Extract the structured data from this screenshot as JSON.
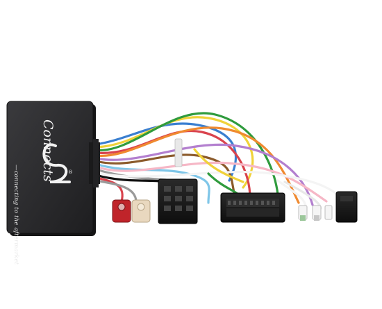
{
  "product": {
    "brand_name": "Connects",
    "brand_numeral": "2",
    "registered_mark": "®",
    "tagline": "—connecting to the aftermarket"
  },
  "colors": {
    "background": "#ffffff",
    "module_body": "#2b2b2d",
    "module_shadow": "#1a1a1b",
    "connector_black": "#1c1c1c",
    "rca_red": "#c0242a",
    "rca_cream": "#e9d8bf"
  },
  "wires": [
    {
      "color": "#3a7fd0"
    },
    {
      "color": "#f0d23a"
    },
    {
      "color": "#2f9b3d"
    },
    {
      "color": "#d9434d"
    },
    {
      "color": "#f08a30"
    },
    {
      "color": "#b37fcf"
    },
    {
      "color": "#8b5a2b"
    },
    {
      "color": "#7fc6e8"
    },
    {
      "color": "#f6b7c6"
    },
    {
      "color": "#9a9a9a"
    },
    {
      "color": "#ffffff"
    },
    {
      "color": "#111111"
    }
  ]
}
